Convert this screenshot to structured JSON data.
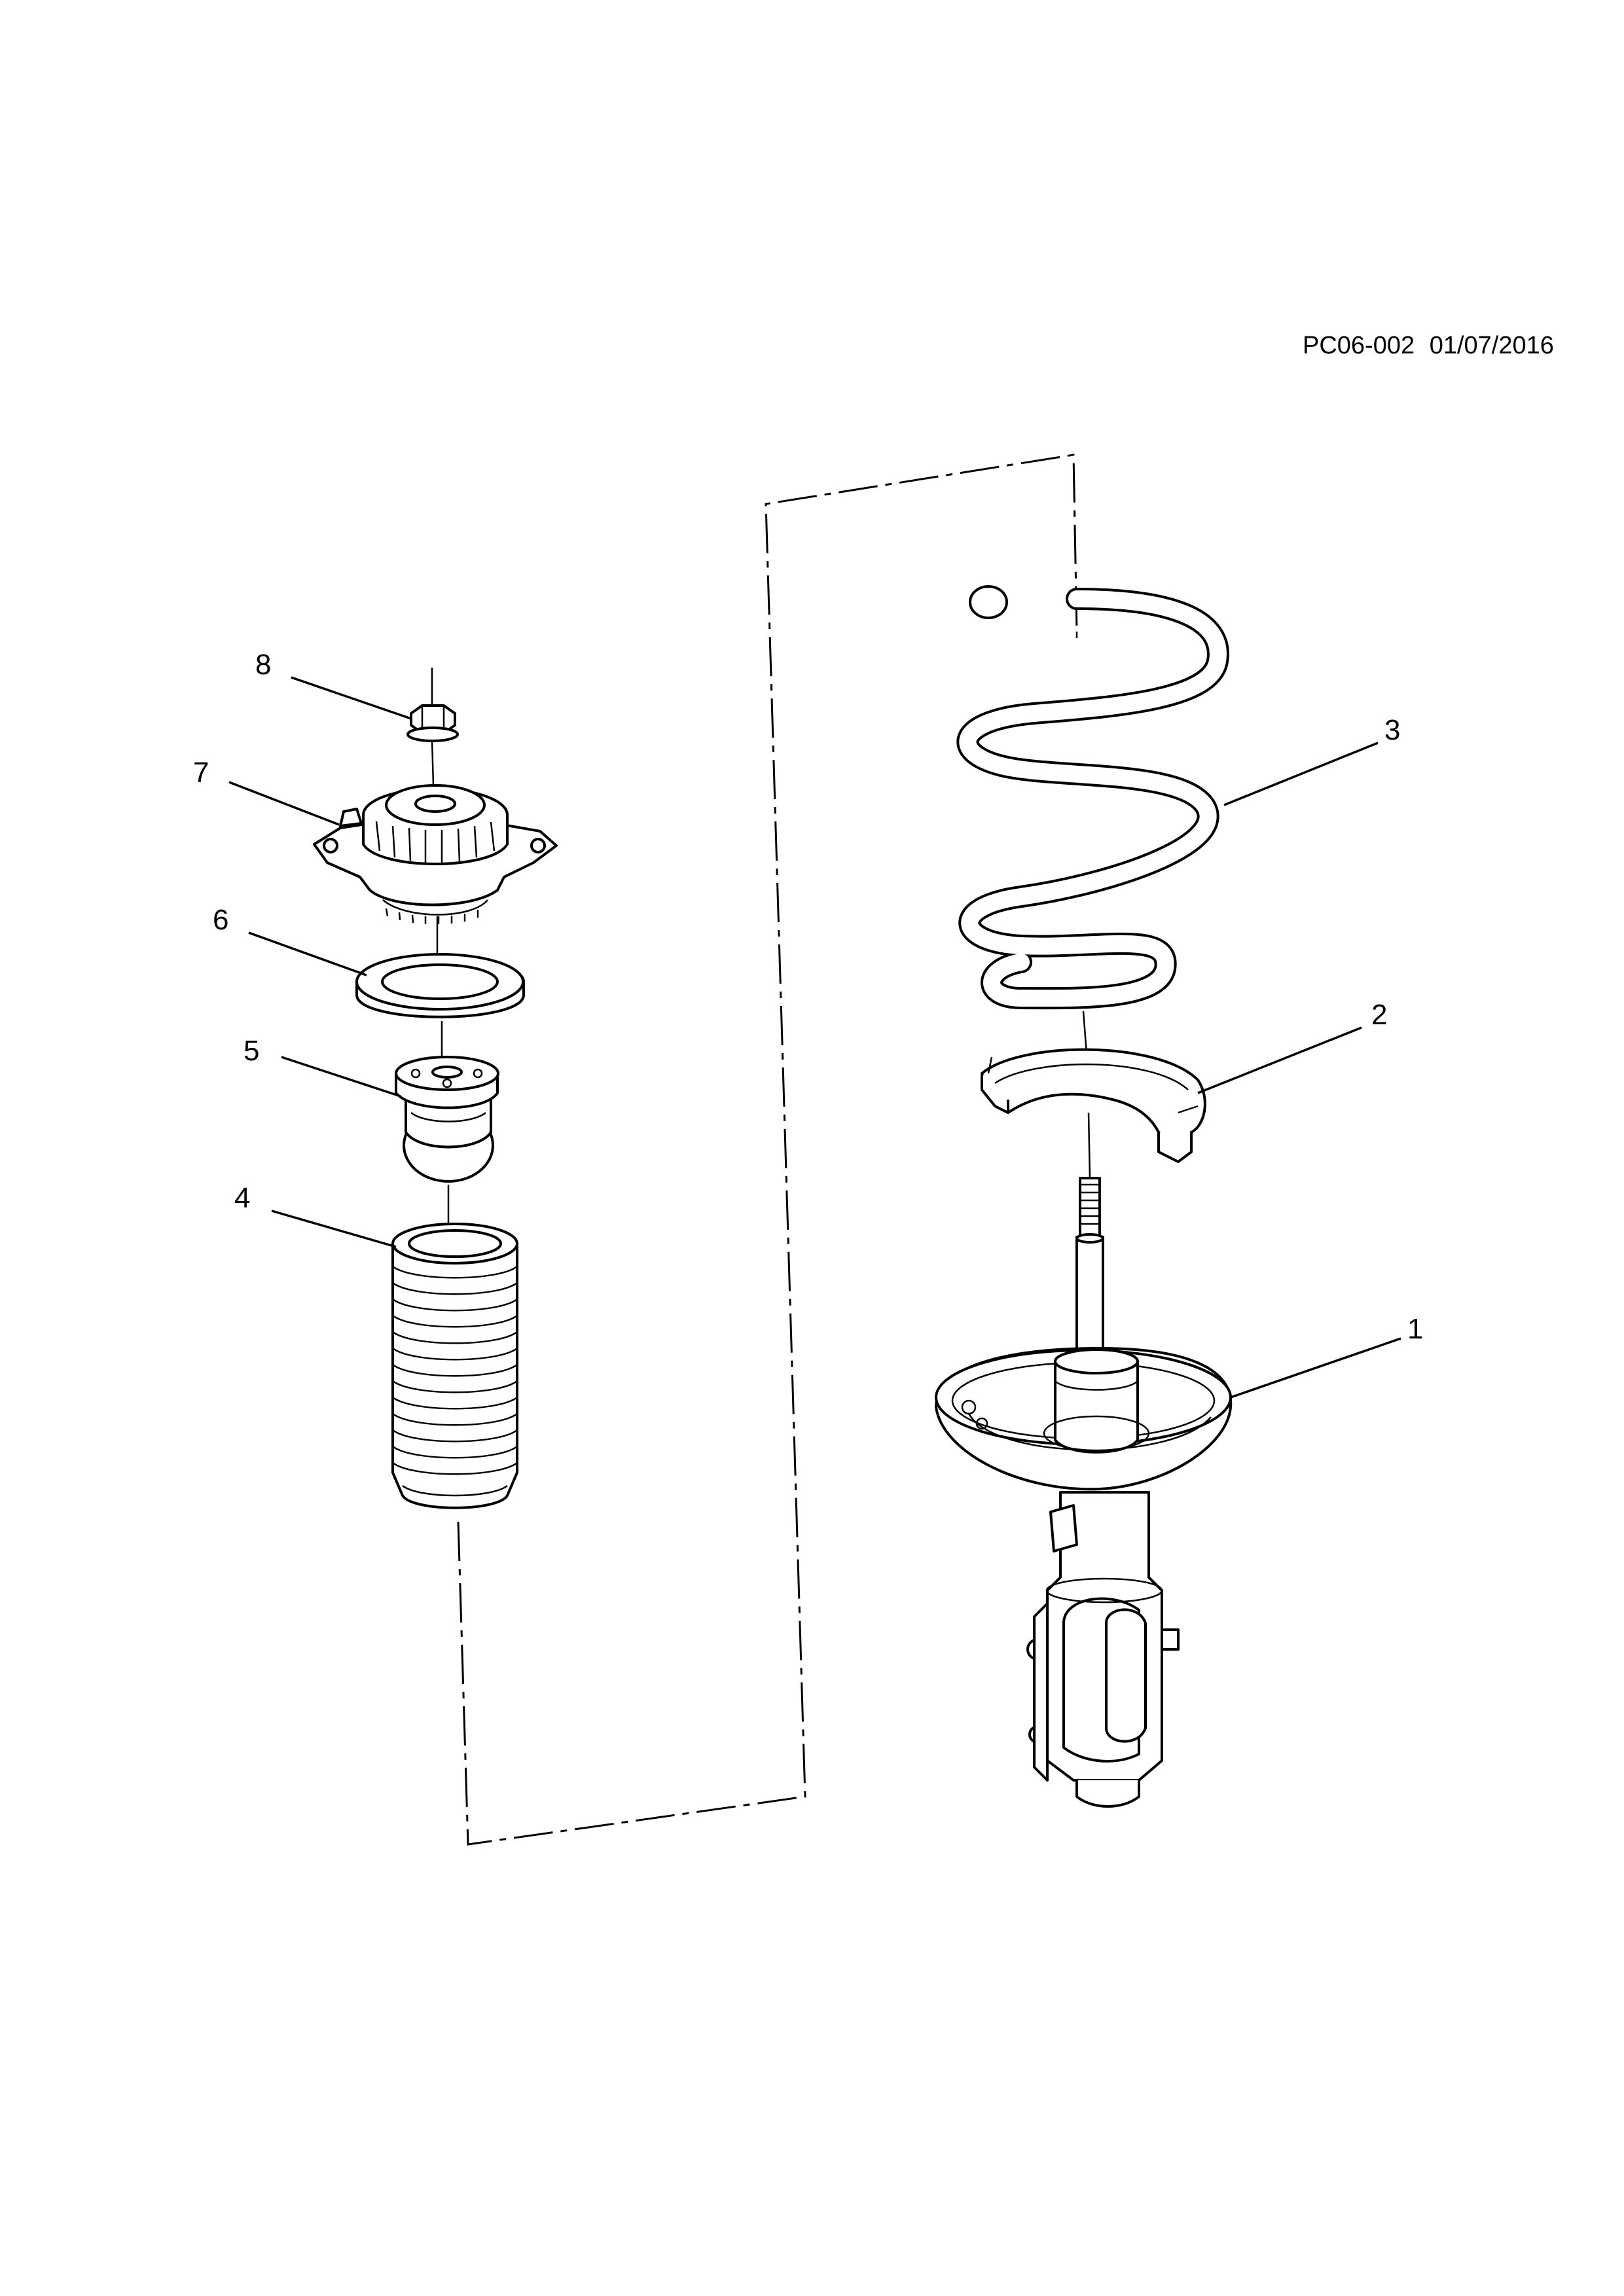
{
  "reference": {
    "code": "PC06-002",
    "date": "01/07/2016"
  },
  "callouts": [
    {
      "number": "1",
      "part": "strut-assembly"
    },
    {
      "number": "2",
      "part": "spring-lower-insulator"
    },
    {
      "number": "3",
      "part": "coil-spring"
    },
    {
      "number": "4",
      "part": "dust-boot"
    },
    {
      "number": "5",
      "part": "bump-stop"
    },
    {
      "number": "6",
      "part": "spring-upper-insulator"
    },
    {
      "number": "7",
      "part": "strut-mount"
    },
    {
      "number": "8",
      "part": "strut-nut"
    }
  ]
}
